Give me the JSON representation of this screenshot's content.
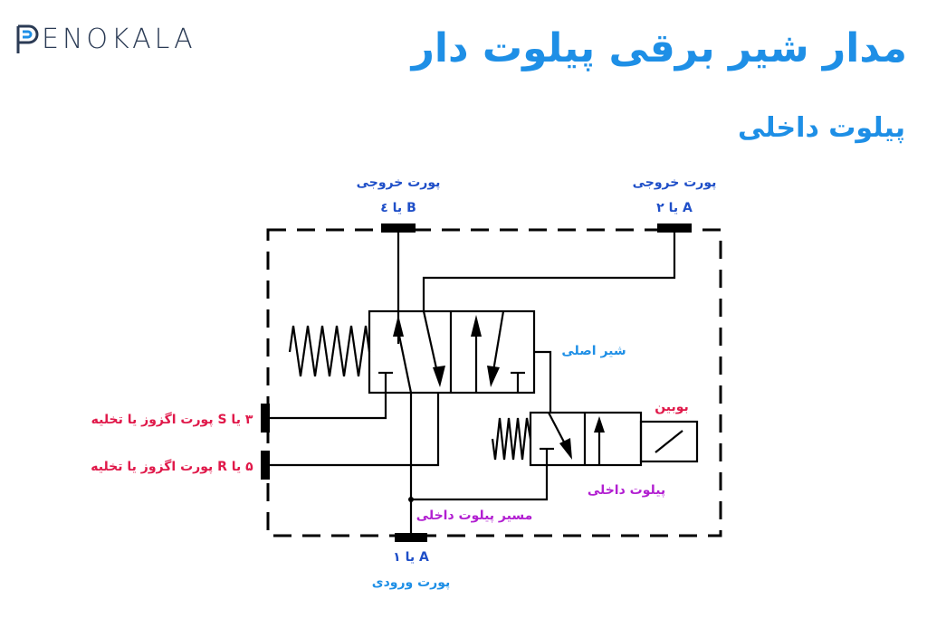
{
  "brand": {
    "name": "ENOKALA"
  },
  "title": "مدار شیر برقی پیلوت دار",
  "subtitle": "پیلوت داخلی",
  "labels": {
    "port_b_title": "پورت خروجی",
    "port_b_code": "B یا ٤",
    "port_a_title": "پورت خروجی",
    "port_a_code": "A یا ۲",
    "main_valve": "شیر اصلی",
    "coil": "بوبین",
    "internal_pilot": "پیلوت داخلی",
    "pilot_path": "مسیر پیلوت داخلی",
    "exhaust_s": "۳ یا S  پورت اگزوز  یا تخلیه",
    "exhaust_r": "۵ یا R  پورت اگزوز  یا تخلیه",
    "inlet_code": "A یا ۱",
    "inlet_title": "پورت ورودی"
  },
  "colors": {
    "title": "#1e8fe6",
    "port_blue": "#1f4fc8",
    "light_blue": "#1e8fe6",
    "exhaust_red": "#e0194a",
    "magenta": "#b21fd1",
    "coil_red": "#e0194a",
    "line": "#000000",
    "logo": "#2b3b55"
  }
}
